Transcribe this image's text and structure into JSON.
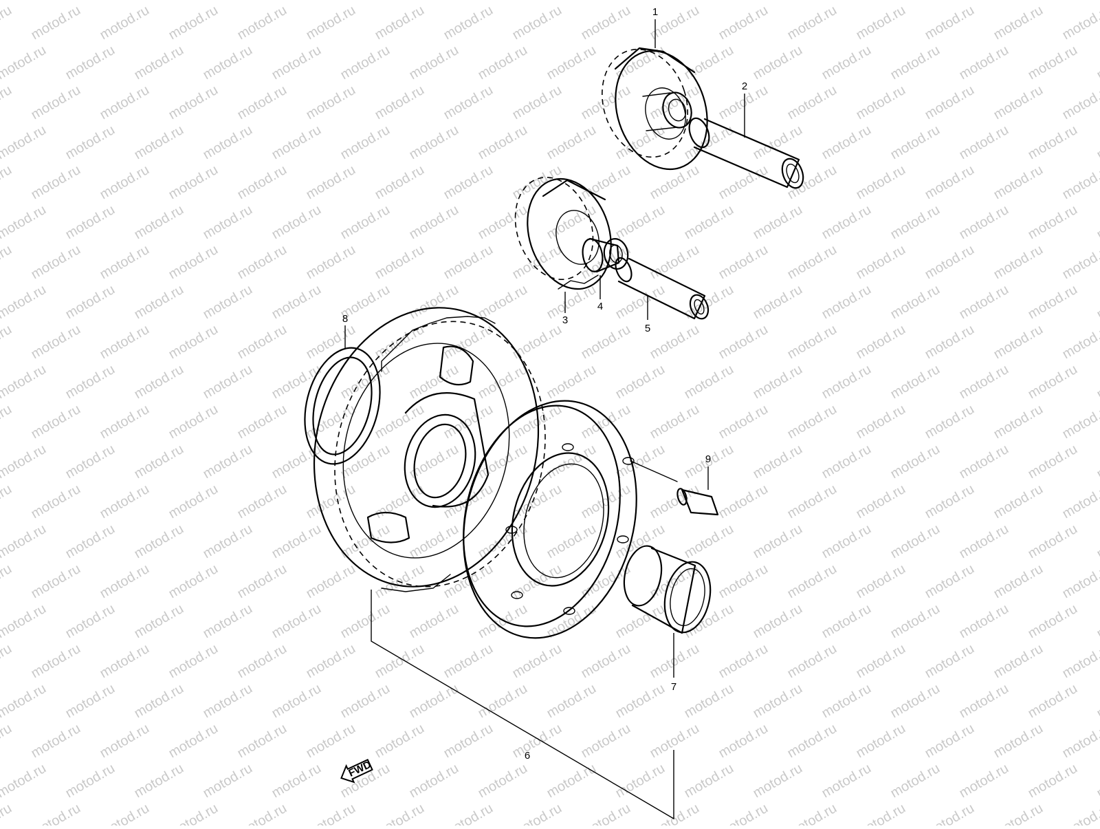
{
  "watermark": {
    "text": "motod.ru",
    "color": "#c9c9c9"
  },
  "callouts": {
    "c1": "1",
    "c2": "2",
    "c3": "3",
    "c4": "4",
    "c5": "5",
    "c6": "6",
    "c7": "7",
    "c8": "8",
    "c9": "9"
  },
  "fwd_badge": {
    "text": "FWD",
    "icon": "fwd-arrow-icon"
  },
  "colors": {
    "line": "#000000",
    "background": "#ffffff"
  }
}
